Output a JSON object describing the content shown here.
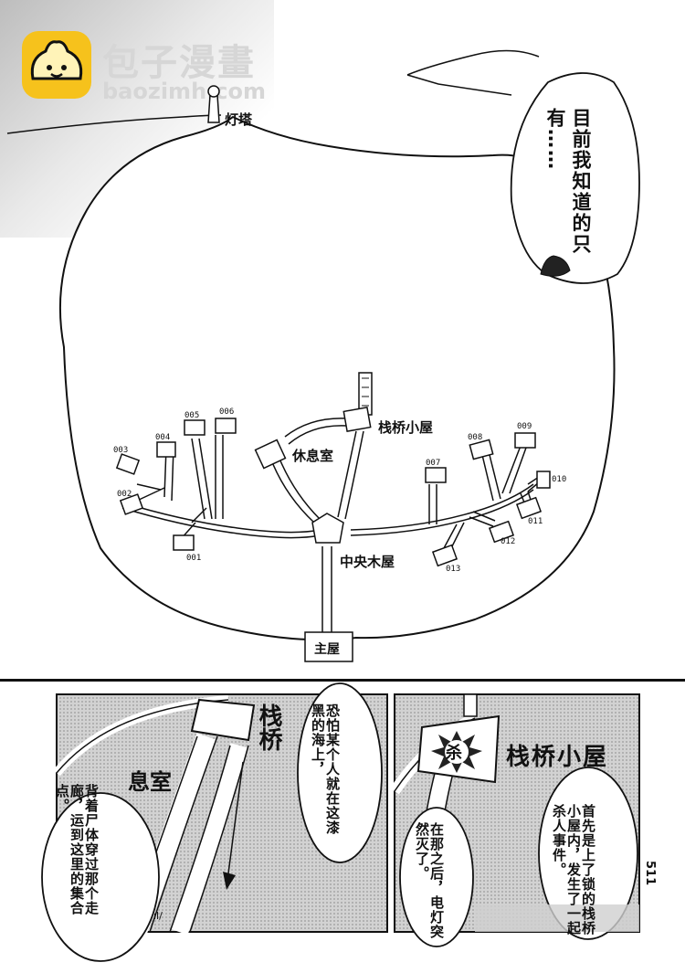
{
  "watermark": {
    "title": "包子漫畫",
    "subtitle": "baozimh.com"
  },
  "map": {
    "speech": "目前我知道的只有……",
    "labels": {
      "lighthouse": "灯塔",
      "lounge": "休息室",
      "pier_hut": "栈桥小屋",
      "central_hut": "中央木屋",
      "main_house": "主屋"
    },
    "cabins": [
      "001",
      "002",
      "003",
      "004",
      "005",
      "006",
      "007",
      "008",
      "009",
      "010",
      "011",
      "012",
      "013"
    ]
  },
  "panel_left": {
    "sign_pier": "栈桥",
    "sign_lounge": "息室",
    "caption_right": "恐怕某个人就在这漆黑的海上，",
    "caption_left": "背着尸体穿过那个走廊，运到这里的集合点。",
    "sfx": "ıl/"
  },
  "panel_right": {
    "stamp": "杀",
    "sign": "栈桥小屋",
    "caption_right": "首先是上了锁的栈桥小屋内，发生了一起杀人事件。",
    "caption_left": "在那之后，电灯突然灭了。"
  },
  "page_number": "511"
}
